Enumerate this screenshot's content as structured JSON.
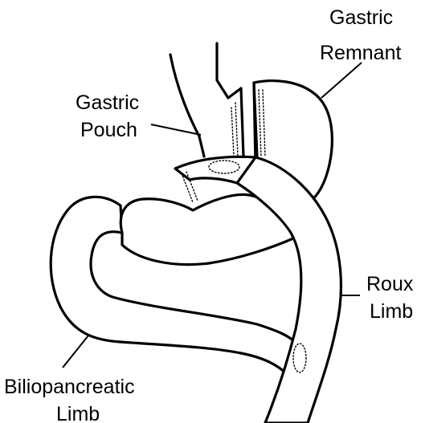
{
  "labels": {
    "gastric_remnant_line1": "Gastric",
    "gastric_remnant_line2": "Remnant",
    "gastric_pouch_line1": "Gastric",
    "gastric_pouch_line2": "Pouch",
    "roux_limb_line1": "Roux",
    "roux_limb_line2": "Limb",
    "biliopancreatic_limb_line1": "Biliopancreatic",
    "biliopancreatic_limb_line2": "Limb"
  },
  "colors": {
    "stroke": "#000000",
    "background": "#ffffff"
  }
}
